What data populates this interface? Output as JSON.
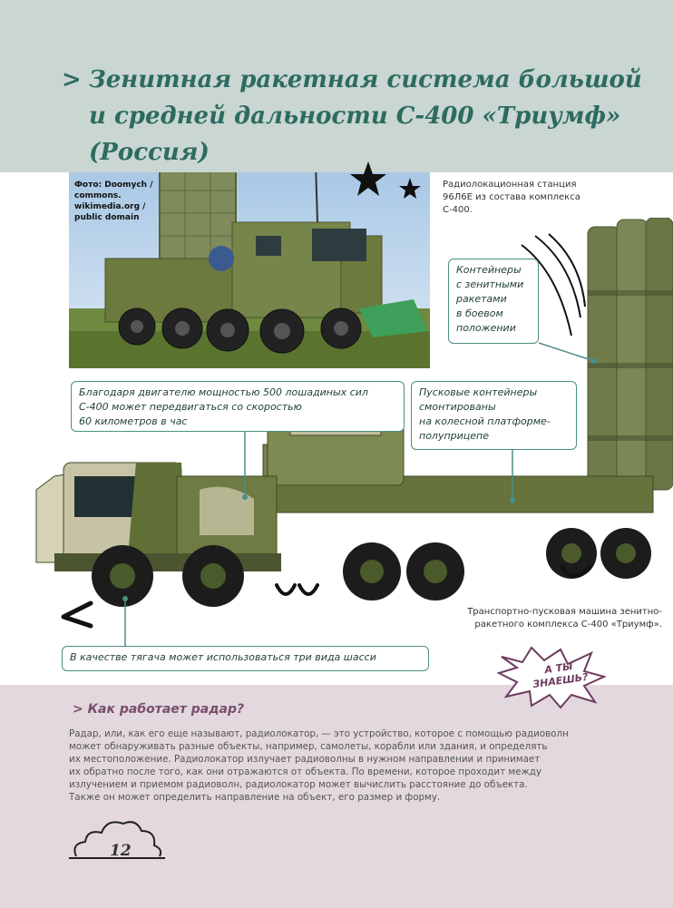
{
  "header": {
    "chevron": ">",
    "title_line1": "Зенитная ракетная система большой",
    "title_line2": "и средней дальности С-400 «Триумф» (Россия)"
  },
  "photo": {
    "credit": [
      "Фото: Doomych /",
      "commons.",
      "wikimedia.org /",
      "public domain"
    ],
    "caption": "Радиолокационная станция 96Л6Е из состава комплекса С-400."
  },
  "callouts": {
    "containers": [
      "Контейнеры",
      "с зенитными",
      "ракетами",
      "в боевом",
      "положении"
    ],
    "engine": [
      "Благодаря двигателю мощностью 500 лошадиных сил",
      "С-400 может передвигаться со скоростью",
      "60 километров в час"
    ],
    "launchers": [
      "Пусковые контейнеры",
      "смонтированы",
      "на колесной платформе-",
      "полуприцепе"
    ],
    "tractor": "В качестве тягача может использоваться три вида шасси"
  },
  "truck_caption": [
    "Транспортно-пусковая машина зенитно-",
    "ракетного комплекса С-400 «Триумф»."
  ],
  "did_you_know": [
    "А ТЫ",
    "ЗНАЕШЬ?"
  ],
  "section": {
    "title": "> Как работает радар?",
    "lines": [
      "Радар, или, как его еще называют, радиолокатор, — это устройство, которое с помощью радиоволн",
      "может обнаруживать разные объекты, например, самолеты, корабли или здания, и определять",
      "их местоположение. Радиолокатор излучает радиоволны в нужном направлении и принимает",
      "их обратно после того, как они отражаются от объекта. По времени, которое проходит между",
      "излучением и приемом радиоволн, радиолокатор может вычислить расстояние до объекта.",
      "Также он может определить направление на объект, его размер и форму."
    ]
  },
  "page_number": "12",
  "colors": {
    "header_bg": "#c9d6d1",
    "title": "#2d6b60",
    "callout_border": "#4a8f86",
    "bottom_bg": "#e2d8de",
    "accent_purple": "#6d3c5e"
  }
}
